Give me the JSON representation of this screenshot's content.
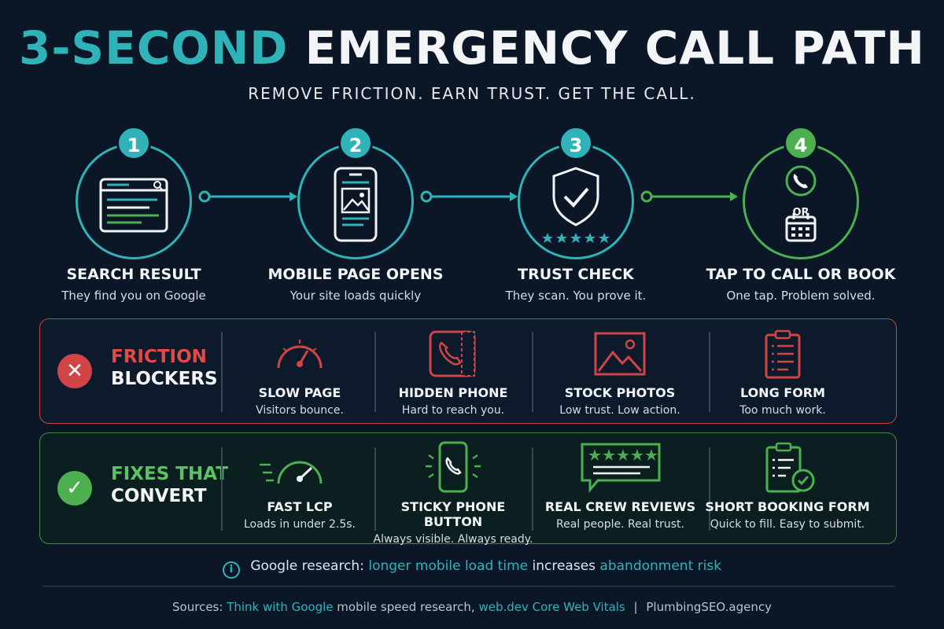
{
  "header": {
    "title_accent": "3-SECOND",
    "title_rest": "EMERGENCY CALL PATH",
    "subtitle": "REMOVE FRICTION. EARN TRUST. GET THE CALL."
  },
  "steps": [
    {
      "number": "1",
      "title": "SEARCH RESULT",
      "subtitle": "They find you on Google",
      "icon": "search-result-icon"
    },
    {
      "number": "2",
      "title": "MOBILE PAGE OPENS",
      "subtitle": "Your site loads quickly",
      "icon": "mobile-page-icon"
    },
    {
      "number": "3",
      "title": "TRUST CHECK",
      "subtitle": "They scan. You prove it.",
      "icon": "shield-check-icon"
    },
    {
      "number": "4",
      "title": "TAP TO CALL OR BOOK",
      "subtitle": "One tap. Problem solved.",
      "icon": "phone-or-calendar-icon",
      "or_label": "OR"
    }
  ],
  "friction": {
    "label_line1": "FRICTION",
    "label_line2": "BLOCKERS",
    "items": [
      {
        "title": "SLOW PAGE",
        "subtitle": "Visitors bounce.",
        "icon": "slow-gauge-icon"
      },
      {
        "title": "HIDDEN PHONE",
        "subtitle": "Hard to reach you.",
        "icon": "hidden-phone-icon"
      },
      {
        "title": "STOCK PHOTOS",
        "subtitle": "Low trust. Low action.",
        "icon": "stock-photo-icon"
      },
      {
        "title": "LONG FORM",
        "subtitle": "Too much work.",
        "icon": "long-form-icon"
      }
    ]
  },
  "fixes": {
    "label_line1": "FIXES THAT",
    "label_line2": "CONVERT",
    "items": [
      {
        "title": "FAST LCP",
        "subtitle": "Loads in under 2.5s.",
        "icon": "fast-gauge-icon"
      },
      {
        "title": "STICKY PHONE BUTTON",
        "subtitle": "Always visible. Always ready.",
        "icon": "sticky-phone-icon"
      },
      {
        "title": "REAL CREW REVIEWS",
        "subtitle": "Real people. Real trust.",
        "icon": "review-stars-icon"
      },
      {
        "title": "SHORT BOOKING FORM",
        "subtitle": "Quick to fill. Easy to submit.",
        "icon": "booking-form-icon"
      }
    ]
  },
  "research": {
    "icon": "info-icon",
    "info_glyph": "i",
    "prefix": "Google research:",
    "highlight1": "longer mobile load time",
    "middle": "increases",
    "highlight2": "abandonment risk"
  },
  "sources": {
    "prefix": "Sources:",
    "link1": "Think with Google",
    "text1": "mobile speed research,",
    "link2": "web.dev Core Web Vitals",
    "separator": "|",
    "agency": "PlumbingSEO.agency"
  },
  "colors": {
    "background": "#0b1627",
    "teal": "#2fb3b8",
    "green": "#4caf50",
    "red": "#d04545"
  }
}
